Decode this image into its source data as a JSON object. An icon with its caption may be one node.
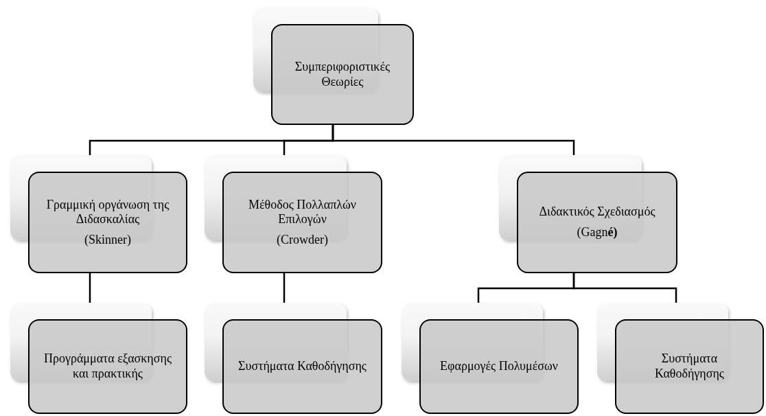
{
  "diagram": {
    "nodes": [
      {
        "text": [
          "Συμπεριφοριστικές Θεωρίες"
        ]
      },
      {
        "text": [
          "Γραμμική οργάνωση της Διδασκαλίας",
          "(Skinner)"
        ]
      },
      {
        "text": [
          "Μέθοδος Πολλαπλών Επιλογών",
          "(Crowder)"
        ]
      },
      {
        "text": [
          "Διδακτικός Σχεδιασμός",
          "(Gagn**é)**"
        ]
      },
      {
        "text": [
          "Προγράμματα εξασκησης και πρακτικής"
        ]
      },
      {
        "text": [
          "Συστήματα Καθοδήγησης"
        ]
      },
      {
        "text": [
          "Εφαρμογές Πολυμέσων"
        ]
      },
      {
        "text": [
          "Συστήματα Καθοδήγησης"
        ]
      }
    ],
    "edges": [
      {
        "from": 0,
        "to": 1,
        "arrow": "none"
      },
      {
        "from": 0,
        "to": 2,
        "arrow": "none"
      },
      {
        "from": 0,
        "to": 3,
        "arrow": "none"
      },
      {
        "from": 1,
        "to": 4,
        "arrow": "none"
      },
      {
        "from": 2,
        "to": 5,
        "arrow": "none"
      },
      {
        "from": 3,
        "to": 6,
        "arrow": "none"
      },
      {
        "from": 3,
        "to": 7,
        "arrow": "none"
      }
    ]
  }
}
